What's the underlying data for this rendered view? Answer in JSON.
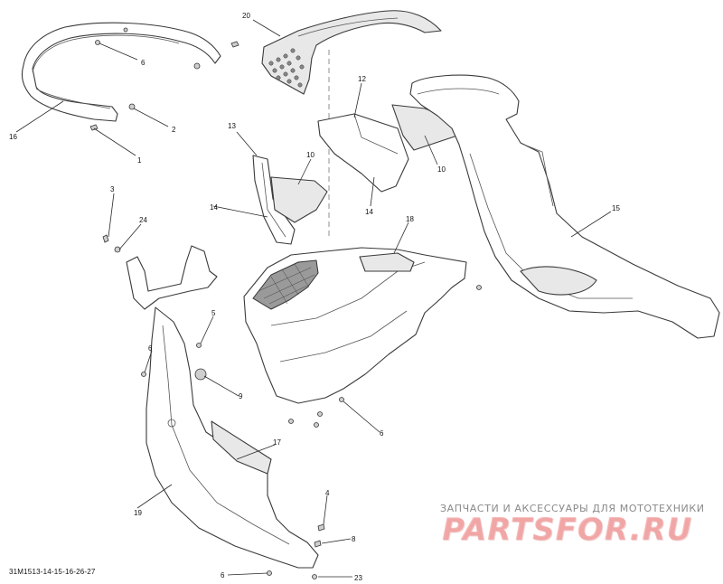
{
  "diagram": {
    "reference_code": "31M1513-14-15-16-26-27",
    "watermark": {
      "tagline": "ЗАПЧАСТИ И АКСЕССУАРЫ ДЛЯ МОТОТЕХНИКИ",
      "logo": "PARTSFOR.RU",
      "logo_color": "#f08282"
    },
    "callouts": [
      {
        "id": "c20a",
        "label": "20"
      },
      {
        "id": "c6a",
        "label": "6"
      },
      {
        "id": "c16",
        "label": "16"
      },
      {
        "id": "c2",
        "label": "2"
      },
      {
        "id": "c1",
        "label": "1"
      },
      {
        "id": "c12",
        "label": "12"
      },
      {
        "id": "c10a",
        "label": "10"
      },
      {
        "id": "c14a",
        "label": "14"
      },
      {
        "id": "c13",
        "label": "13"
      },
      {
        "id": "c10b",
        "label": "10"
      },
      {
        "id": "c14b",
        "label": "14"
      },
      {
        "id": "c15",
        "label": "15"
      },
      {
        "id": "c3",
        "label": "3"
      },
      {
        "id": "c24",
        "label": "24"
      },
      {
        "id": "c18",
        "label": "18"
      },
      {
        "id": "c5",
        "label": "5"
      },
      {
        "id": "c6b",
        "label": "6"
      },
      {
        "id": "c9",
        "label": "9"
      },
      {
        "id": "c6c",
        "label": "6"
      },
      {
        "id": "c17",
        "label": "17"
      },
      {
        "id": "c19",
        "label": "19"
      },
      {
        "id": "c4",
        "label": "4"
      },
      {
        "id": "c8",
        "label": "8"
      },
      {
        "id": "c6d",
        "label": "6"
      },
      {
        "id": "c23",
        "label": "23"
      }
    ]
  }
}
